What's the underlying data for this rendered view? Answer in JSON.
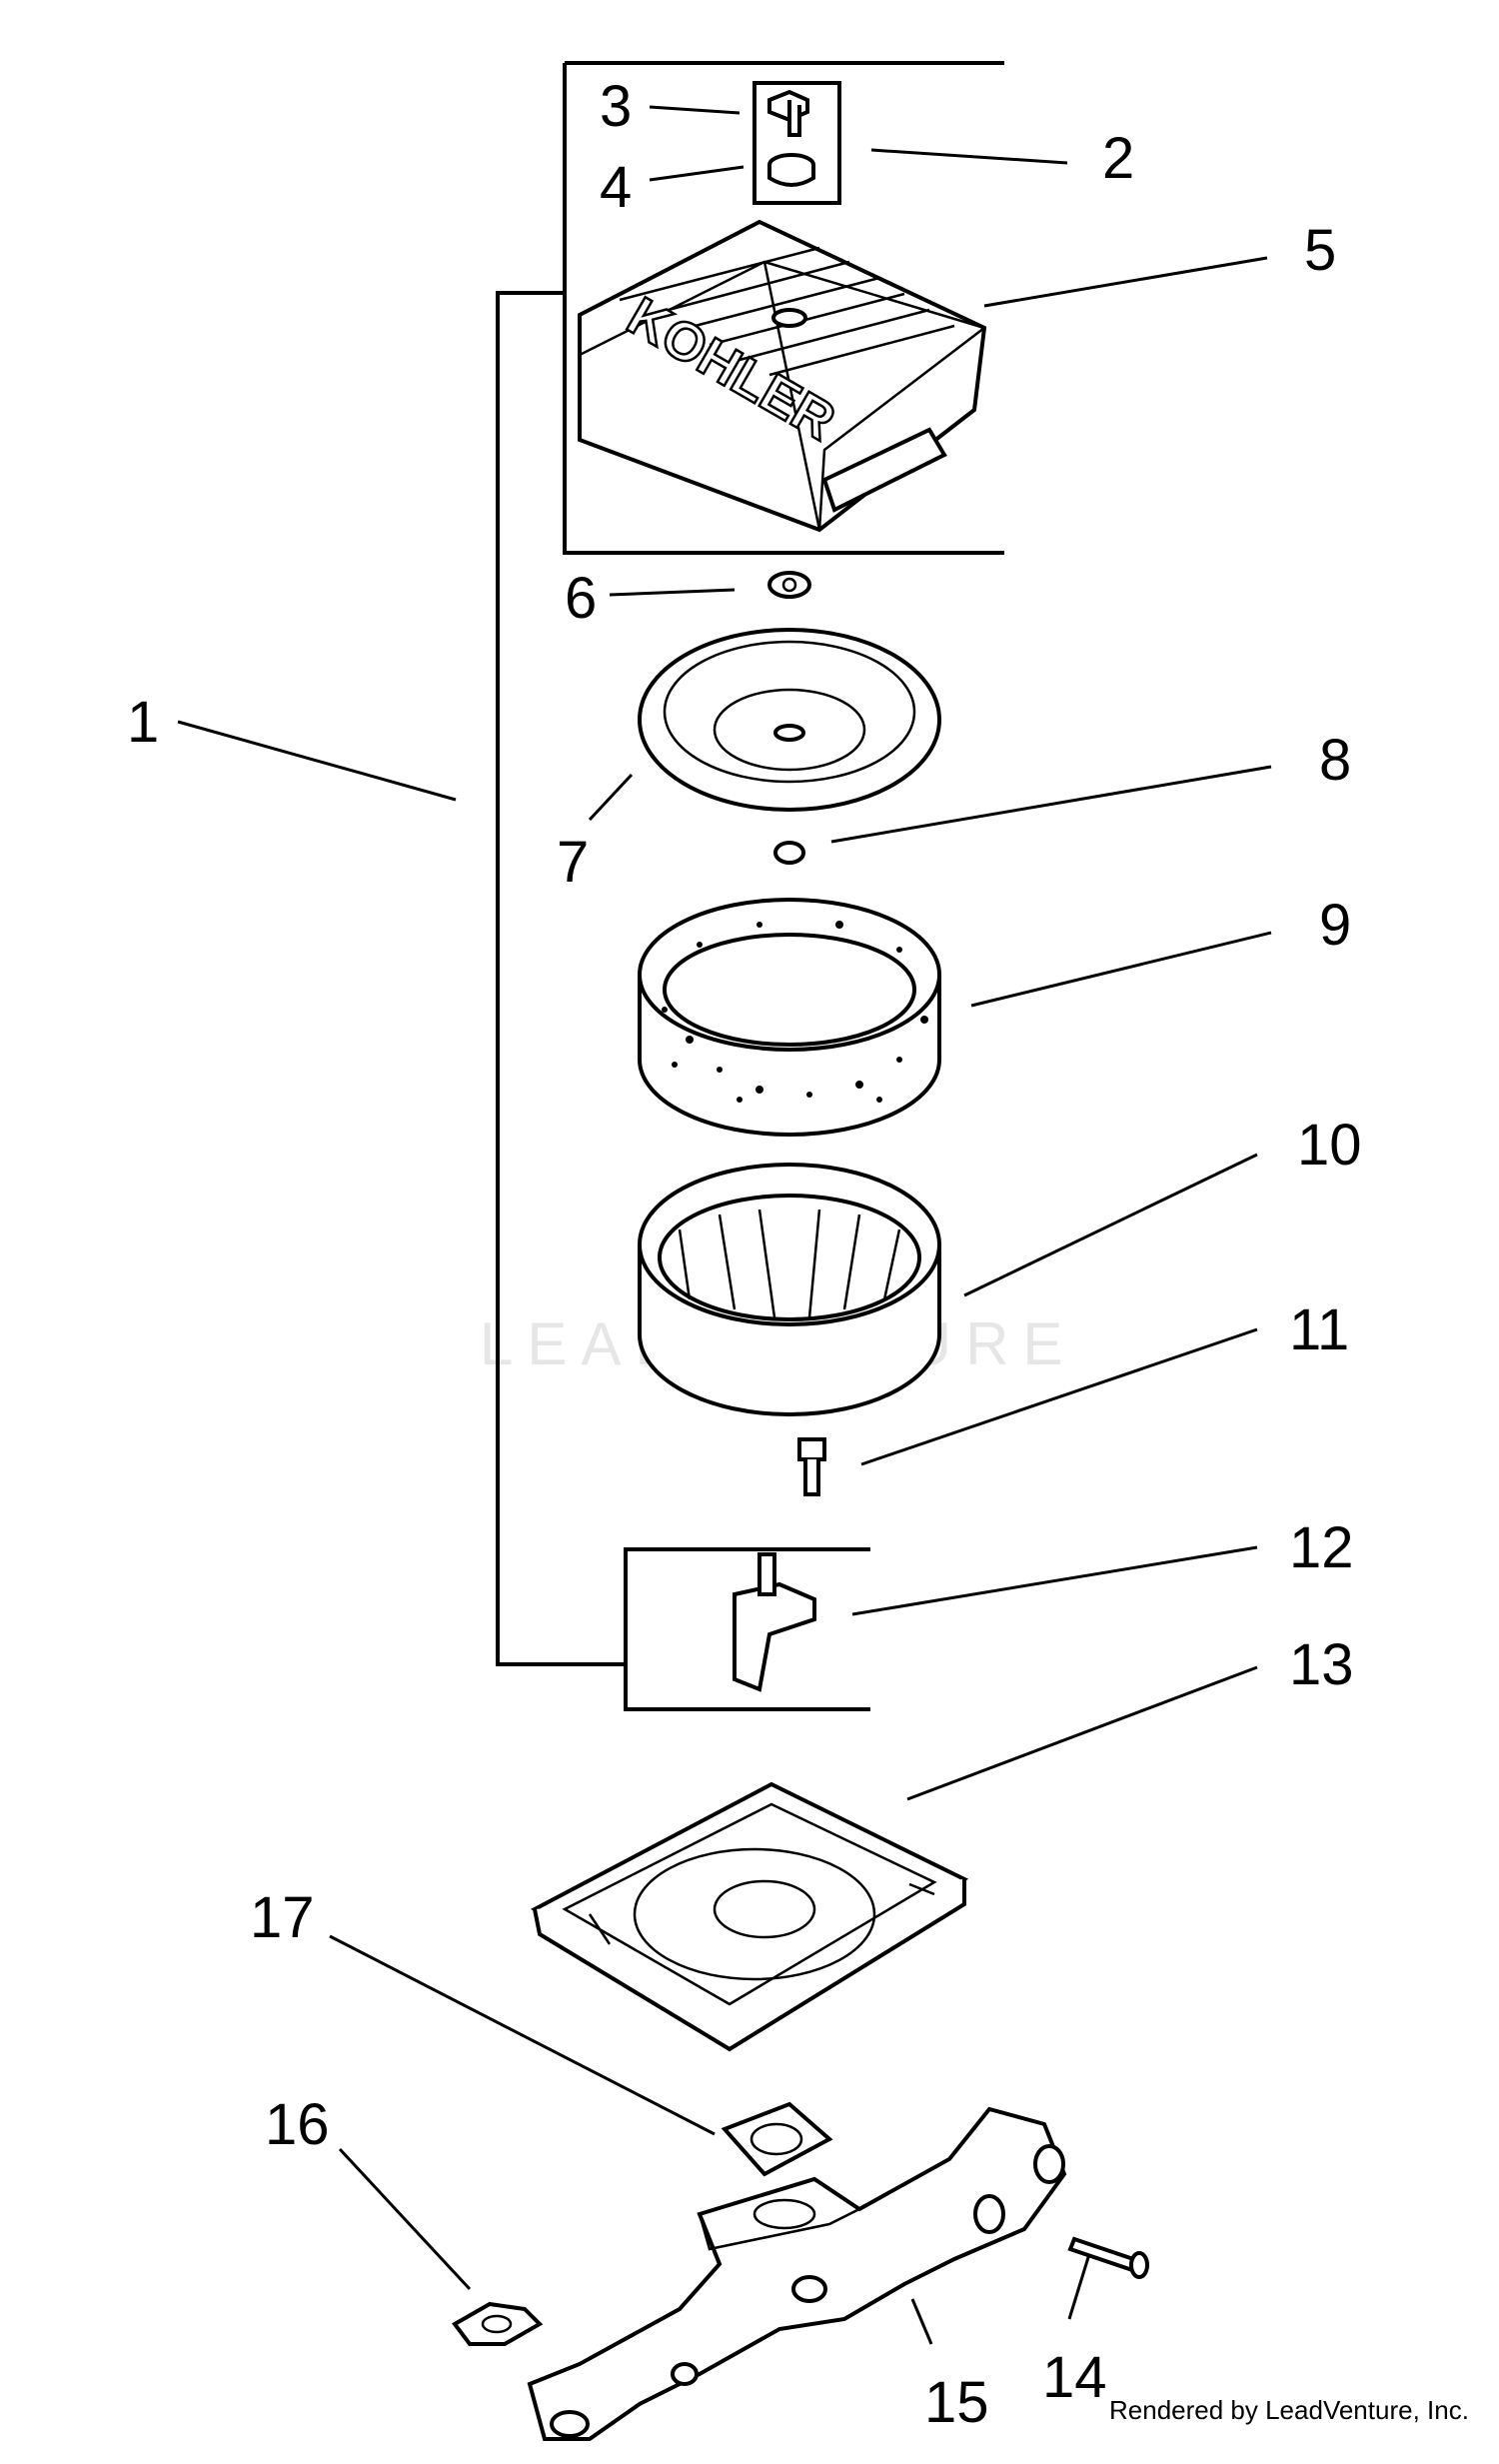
{
  "diagram": {
    "callouts": [
      "1",
      "2",
      "3",
      "4",
      "5",
      "6",
      "7",
      "8",
      "9",
      "10",
      "11",
      "12",
      "13",
      "14",
      "15",
      "16",
      "17"
    ],
    "brand_text": "KOHLER",
    "watermark": "LEADVENTURE",
    "credit": "Rendered by LeadVenture, Inc."
  }
}
